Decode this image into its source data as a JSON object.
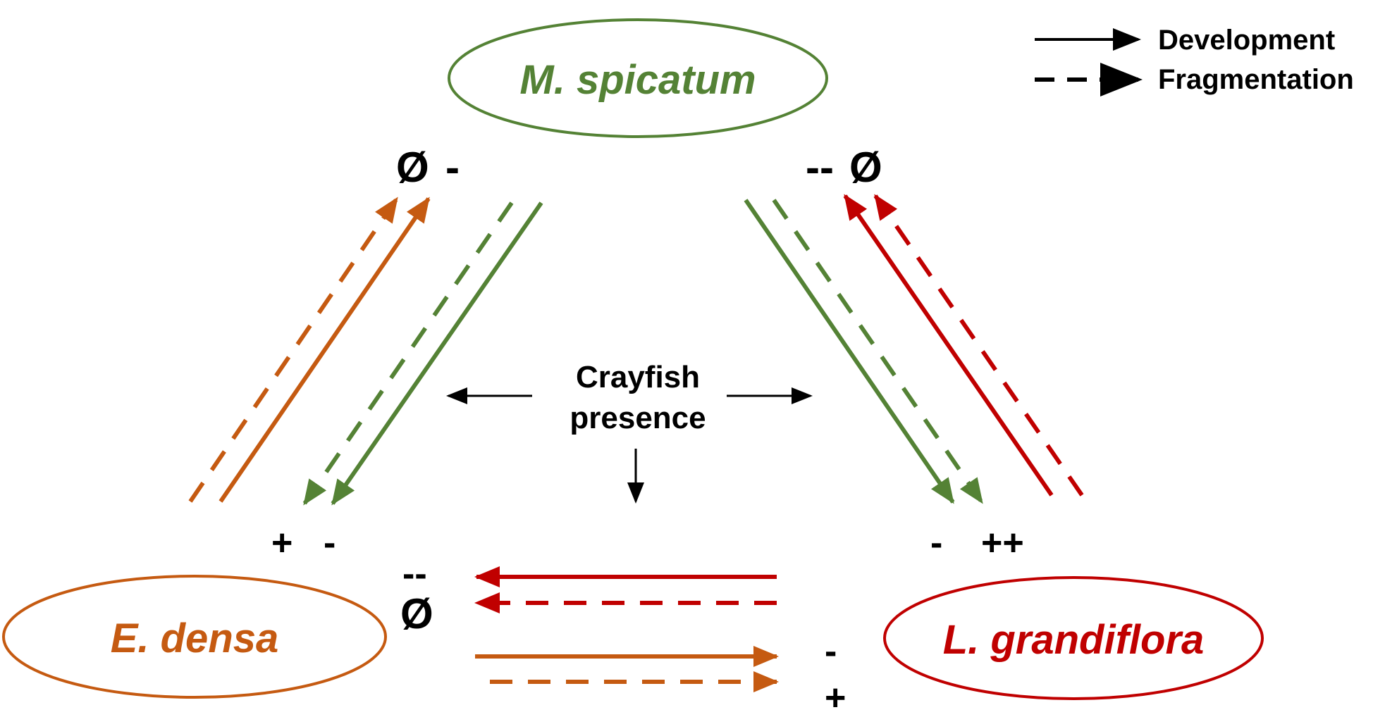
{
  "colors": {
    "myriophyllum": "#548235",
    "egeria": "#C55A11",
    "ludwigia": "#C00000",
    "black": "#000000"
  },
  "nodes": {
    "top": {
      "label": "M. spicatum",
      "color": "#548235"
    },
    "left": {
      "label": "E. densa",
      "color": "#C55A11"
    },
    "right": {
      "label": "L. grandiflora",
      "color": "#C00000"
    }
  },
  "center": {
    "line1": "Crayfish",
    "line2": "presence"
  },
  "legend": {
    "development": "Development",
    "fragmentation": "Fragmentation"
  },
  "effects": {
    "top_left_a": "Ø",
    "top_left_b": "-",
    "top_right_a": "--",
    "top_right_b": "Ø",
    "left_plus": "+",
    "left_minus": "-",
    "right_minus": "-",
    "right_plusplus": "++",
    "middle_dashdash": "--",
    "middle_null": "Ø",
    "bottom_right_minus": "-",
    "bottom_right_plus": "+"
  }
}
